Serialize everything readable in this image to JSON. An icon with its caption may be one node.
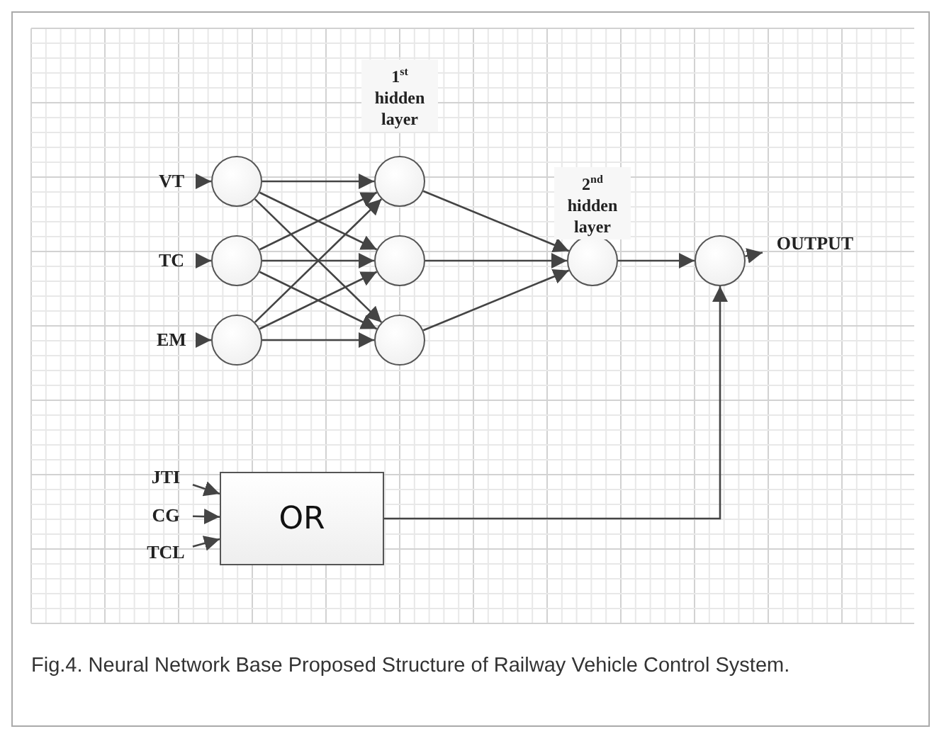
{
  "diagram": {
    "caption": "Fig.4. Neural Network Base Proposed Structure of Railway Vehicle Control System.",
    "nodes": [
      {
        "text": [
          "VT"
        ]
      },
      {
        "text": [
          "TC"
        ]
      },
      {
        "text": [
          "EM"
        ]
      },
      {
        "text": [],
        "shape": "circle"
      },
      {
        "text": [],
        "shape": "circle"
      },
      {
        "text": [],
        "shape": "circle"
      },
      {
        "text": [],
        "shape": "circle"
      },
      {
        "text": [],
        "shape": "circle"
      },
      {
        "text": [],
        "shape": "circle"
      },
      {
        "text": [],
        "shape": "circle"
      },
      {
        "text": [],
        "shape": "circle"
      },
      {
        "text": [
          "OUTPUT"
        ]
      },
      {
        "text": [
          "JTI"
        ]
      },
      {
        "text": [
          "CG"
        ]
      },
      {
        "text": [
          "TCL"
        ]
      },
      {
        "text": [
          "OR"
        ]
      }
    ],
    "edges": [
      {
        "from": 0,
        "to": 3,
        "arrow": "to"
      },
      {
        "from": 1,
        "to": 4,
        "arrow": "to"
      },
      {
        "from": 2,
        "to": 5,
        "arrow": "to"
      },
      {
        "from": 3,
        "to": 6,
        "arrow": "to"
      },
      {
        "from": 3,
        "to": 7,
        "arrow": "to"
      },
      {
        "from": 3,
        "to": 8,
        "arrow": "to"
      },
      {
        "from": 4,
        "to": 6,
        "arrow": "to"
      },
      {
        "from": 4,
        "to": 7,
        "arrow": "to"
      },
      {
        "from": 4,
        "to": 8,
        "arrow": "to"
      },
      {
        "from": 5,
        "to": 6,
        "arrow": "to"
      },
      {
        "from": 5,
        "to": 7,
        "arrow": "to"
      },
      {
        "from": 5,
        "to": 8,
        "arrow": "to"
      },
      {
        "from": 6,
        "to": 9,
        "arrow": "to"
      },
      {
        "from": 7,
        "to": 9,
        "arrow": "to"
      },
      {
        "from": 8,
        "to": 9,
        "arrow": "to"
      },
      {
        "from": 9,
        "to": 10,
        "arrow": "to"
      },
      {
        "from": 10,
        "to": 11,
        "arrow": "to"
      },
      {
        "from": 12,
        "to": 15,
        "arrow": "to"
      },
      {
        "from": 13,
        "to": 15,
        "arrow": "to"
      },
      {
        "from": 14,
        "to": 15,
        "arrow": "to"
      },
      {
        "from": 15,
        "to": 10,
        "arrow": "to"
      }
    ],
    "labels": [
      "1$^{st}$ hidden layer",
      "2$^{nd}$ hidden layer"
    ]
  }
}
